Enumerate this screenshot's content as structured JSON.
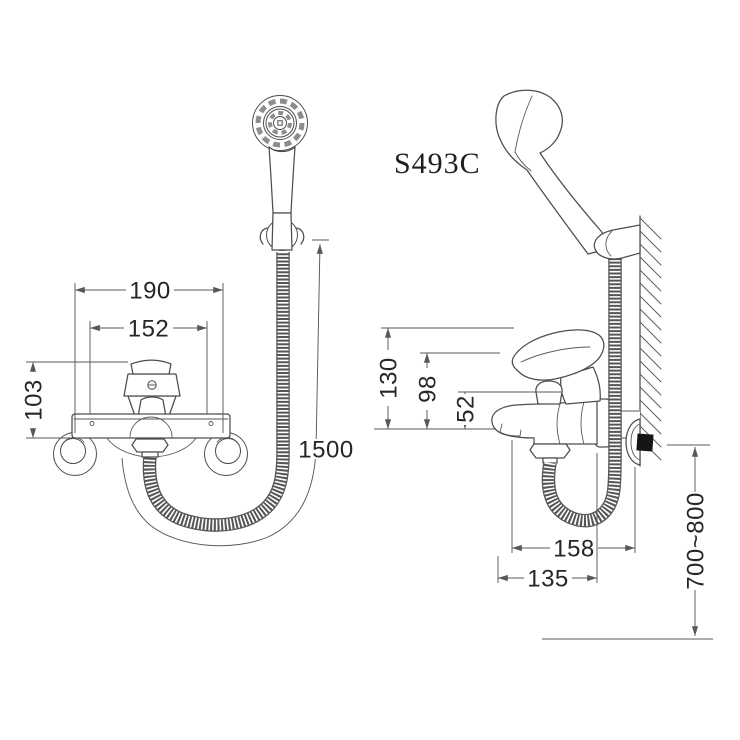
{
  "title": {
    "model": "S493C"
  },
  "front_view": {
    "dim_width_outer": "190",
    "dim_width_inner": "152",
    "dim_body_height": "103",
    "dim_hose_length": "1500"
  },
  "side_view": {
    "dim_height_handle": "130",
    "dim_height_lever": "98",
    "dim_height_diverter": "52",
    "dim_depth_outer": "158",
    "dim_depth_inner": "135",
    "dim_install_height": "700~800"
  },
  "colors": {
    "line": "#4d4d4d",
    "dimension": "#585858",
    "text": "#262626",
    "background": "#ffffff",
    "wall_inlet": "#151515"
  }
}
